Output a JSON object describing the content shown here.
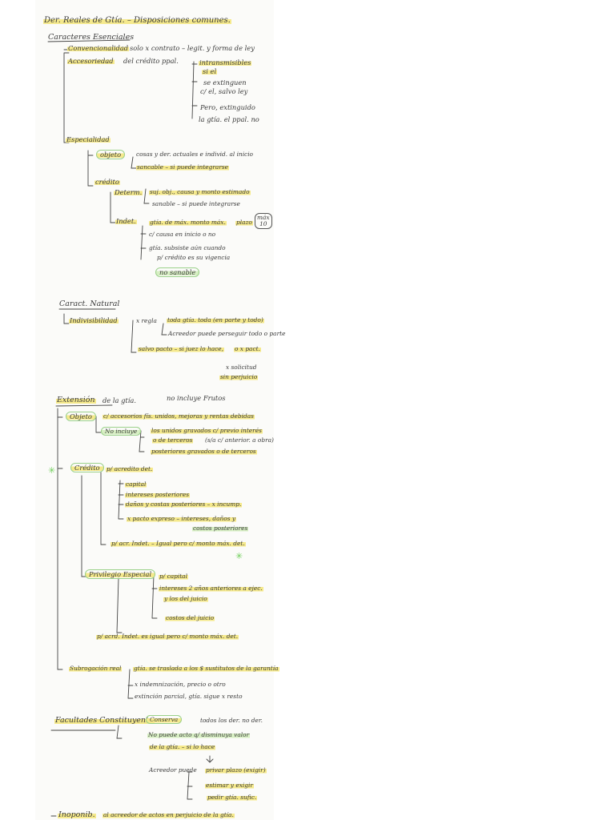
{
  "title": "Der. Reales de Gtía. – Disposiciones comunes.",
  "caracteres_esenciales": {
    "heading": "Caracteres Esenciales",
    "convencionalidad": "Convencionalidad",
    "convencionalidad_text": "solo x contrato – legit. y forma de ley",
    "accesoriedad": "Accesoriedad",
    "accesoriedad_text": "del crédito ppal.",
    "accesoriedad_sub1": "intransmisibles",
    "accesoriedad_sub1b": "si el",
    "accesoriedad_sub2": "se extinguen",
    "accesoriedad_sub2b": "c/ el, salvo ley",
    "accesoriedad_sub3": "Pero, extinguido",
    "accesoriedad_sub3b": "la gtía. el ppal. no",
    "especialidad": "Especialidad",
    "objeto": "objeto",
    "objeto_text": "cosas y der. actuales e individ. al inicio",
    "objeto_sub": "sancable – si puede integrarse",
    "credito": "crédito",
    "determ": "Determ.",
    "determ_text": "suj. obj., causa y monto estimado",
    "determ_sub": "sanable – si puede integrarse",
    "indet": "Indet.",
    "indet_text": "gtía. de máx. monto máx.",
    "plazo": "plazo",
    "plazo_max": "máx",
    "plazo_num": "10",
    "indet_sub1": "c/ causa en inicio o no",
    "indet_sub2": "gtía. subsiste aún cuando",
    "indet_sub2b": "p/ crédito es su vigencia",
    "no_sanable": "no sanable"
  },
  "caracter_natural": {
    "heading": "Caract. Natural",
    "indivisibilidad": "Indivisibilidad",
    "x_regla": "x regla",
    "regla_text": "toda gtía. toda (en parte y todo)",
    "regla_sub": "Acreedor puede perseguir todo o parte",
    "salvo": "salvo pacto – si juez lo hace,",
    "salvo_tail": "o x pact.",
    "x_solicitud": "x solicitud",
    "sin_perjuicio": "sin perjuicio"
  },
  "extension": {
    "heading": "Extensión",
    "heading_tail": "de la gtía.",
    "no_incluye_frutos": "no incluye Frutos",
    "objeto": "Objeto",
    "objeto_text": "c/ accesorios fís. unidos, mejoras y rentas debidas",
    "no_incluye": "No incluye",
    "no_incluye_text": "los unidos gravados c/ previo interés",
    "no_incluye_text2": "o de terceros",
    "no_incluye_paren": "(s/a c/ anterior. a obra)",
    "no_incluye_sub": "posteriores gravados o de terceros",
    "credito": "Crédito",
    "acred_det": "p/ acredito det.",
    "capital": "capital",
    "intereses": "intereses posteriores",
    "danos": "daños y costas posteriores – x incump.",
    "pacto": "x pacto expreso – intereses, daños y",
    "pacto_b": "costos posteriores",
    "acred_indet": "p/ acr. Indet. – Igual pero c/ monto máx. det.",
    "privilegio": "Privilegio Especial",
    "priv_capital": "p/ capital",
    "priv_intereses": "intereses 2 años anteriores a ejec.",
    "priv_intereses_b": "y los del juicio",
    "priv_costos": "costos del juicio",
    "priv_indet": "p/ acrd. Indet. es igual pero c/ monto máx. det.",
    "subrogacion": "Subrogación real",
    "subrog_text": "gtía. se traslada a los $ sustitutos de la garantía",
    "subrog_sub1": "x indemnización, precio o otro",
    "subrog_sub2": "extinción parcial, gtía. sigue x resto"
  },
  "facultades": {
    "heading": "Facultades Constituyente",
    "conserva": "Conserva",
    "conserva_text": "todos los der. no der.",
    "no_puede": "No puede acto q/ disminuya valor",
    "no_puede_b": "de la gtía. – si lo hace",
    "acreedor_puede": "Acreedor puede",
    "plazo": "privar plazo (exigir)",
    "estimar": "estimar y exigir",
    "pedir": "pedir gtía. sufic."
  },
  "inoponib": {
    "heading": "Inoponib.",
    "text": "al acreedor de actos en perjuicio de la gtía."
  }
}
